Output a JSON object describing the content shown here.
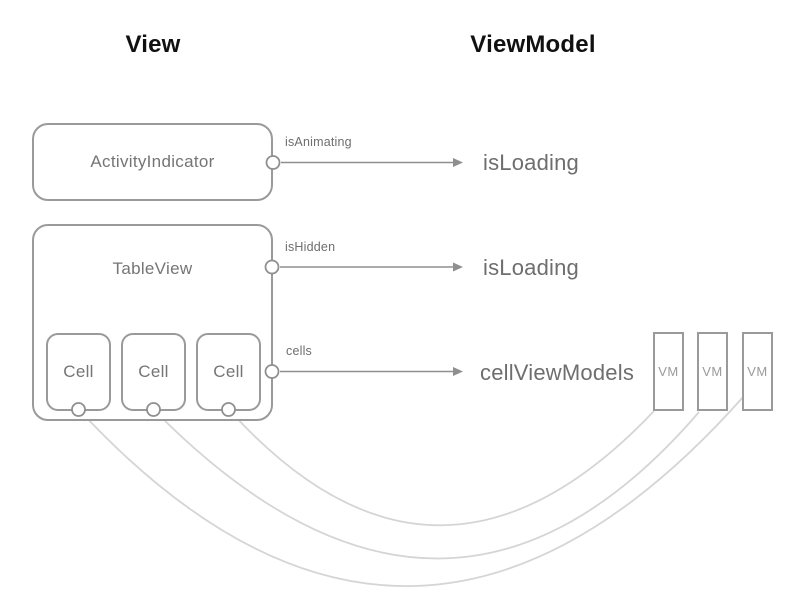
{
  "headers": {
    "view": "View",
    "viewmodel": "ViewModel"
  },
  "view_column": {
    "activity_indicator_label": "ActivityIndicator",
    "table_view_label": "TableView",
    "cells": [
      {
        "label": "Cell"
      },
      {
        "label": "Cell"
      },
      {
        "label": "Cell"
      }
    ]
  },
  "bindings": [
    {
      "property": "isAnimating",
      "target": "isLoading"
    },
    {
      "property": "isHidden",
      "target": "isLoading"
    },
    {
      "property": "cells",
      "target": "cellViewModels"
    }
  ],
  "viewmodel_column": {
    "vm_boxes": [
      {
        "label": "VM"
      },
      {
        "label": "VM"
      },
      {
        "label": "VM"
      }
    ]
  },
  "colors": {
    "box_border": "#9a9a9a",
    "arrow": "#8f8f8f",
    "label_text": "#6e6e6e",
    "box_text": "#757575",
    "vm_text": "#9a9a9a",
    "curve": "#d5d5d5",
    "header_text": "#111111"
  }
}
